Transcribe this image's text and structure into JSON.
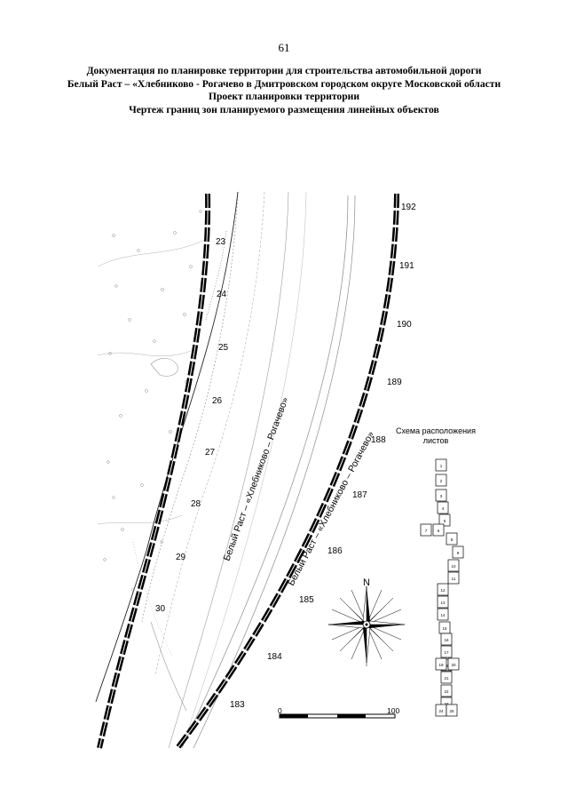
{
  "page_number": "61",
  "header": {
    "line1": "Документация по планировке территории для строительства автомобильной дороги",
    "line2": "Белый Раст – «Хлебниково - Рогачево в Дмитровском городском округе Московской области",
    "line3": "Проект планировки территории",
    "line4": "Чертеж границ зон планируемого размещения линейных объектов"
  },
  "map": {
    "road_label_left": "Белый Раст – «Хлебниково – Рогачево»",
    "road_label_right": "Белый Раст – «Хлебниково – Рогачево»",
    "left_pickets": [
      "23",
      "24",
      "25",
      "26",
      "27",
      "28",
      "29",
      "30"
    ],
    "right_pickets": [
      "192",
      "191",
      "190",
      "189",
      "188",
      "187",
      "186",
      "185",
      "184",
      "183"
    ],
    "scheme_title_line1": "Схема расположения",
    "scheme_title_line2": "листов",
    "scheme_sheets": [
      "1",
      "2",
      "3",
      "4",
      "5",
      "6",
      "7",
      "8",
      "9",
      "10",
      "11",
      "12",
      "13",
      "14",
      "15",
      "16",
      "17",
      "18",
      "19",
      "20",
      "21",
      "22",
      "23",
      "24",
      "25"
    ],
    "compass_label": "N",
    "scale_start": "0",
    "scale_end": "100"
  }
}
